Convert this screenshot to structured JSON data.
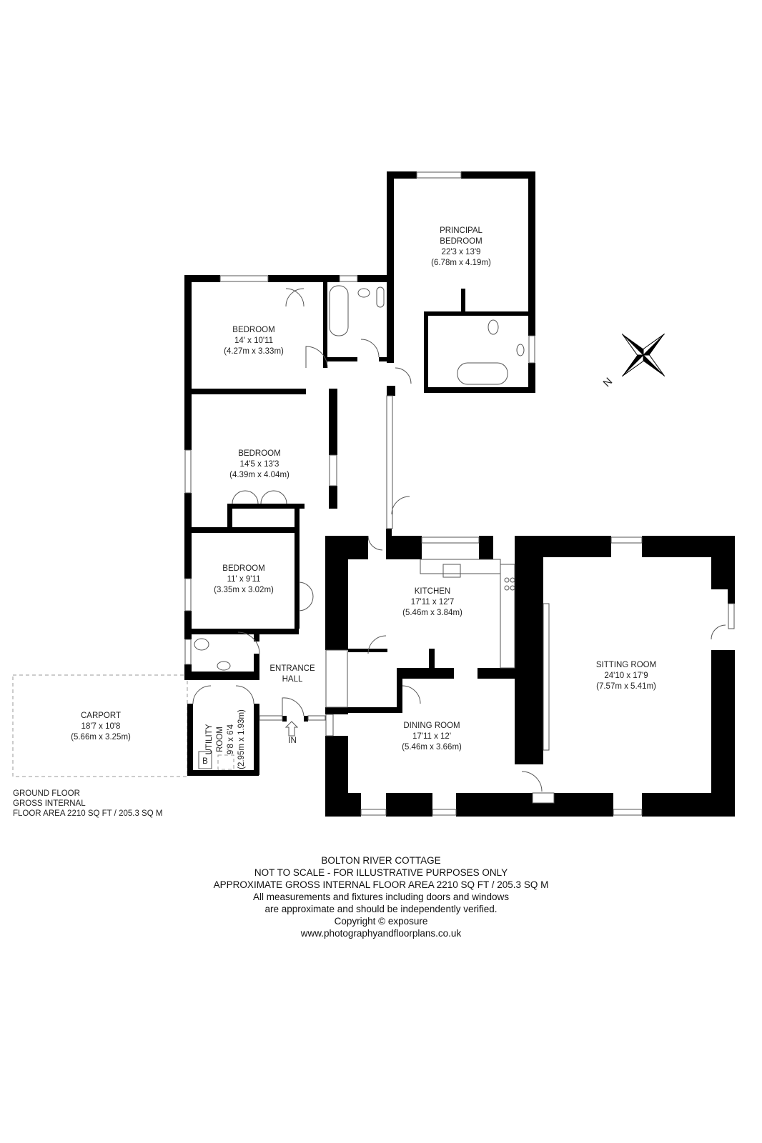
{
  "rooms": {
    "principal_bedroom": {
      "name1": "PRINCIPAL",
      "name2": "BEDROOM",
      "imperial": "22'3 x 13'9",
      "metric": "(6.78m x 4.19m)"
    },
    "bedroom_1": {
      "name": "BEDROOM",
      "imperial": "14' x 10'11",
      "metric": "(4.27m x 3.33m)"
    },
    "bedroom_2": {
      "name": "BEDROOM",
      "imperial": "14'5 x 13'3",
      "metric": "(4.39m x 4.04m)"
    },
    "bedroom_3": {
      "name": "BEDROOM",
      "imperial": "11' x 9'11",
      "metric": "(3.35m x 3.02m)"
    },
    "entrance_hall": {
      "name1": "ENTRANCE",
      "name2": "HALL"
    },
    "entrance_marker": "IN",
    "kitchen": {
      "name": "KITCHEN",
      "imperial": "17'11 x 12'7",
      "metric": "(5.46m x 3.84m)"
    },
    "dining_room": {
      "name": "DINING ROOM",
      "imperial": "17'11 x 12'",
      "metric": "(5.46m x 3.66m)"
    },
    "sitting_room": {
      "name": "SITTING ROOM",
      "imperial": "24'10 x 17'9",
      "metric": "(7.57m x 5.41m)"
    },
    "carport": {
      "name": "CARPORT",
      "imperial": "18'7 x 10'8",
      "metric": "(5.66m x 3.25m)"
    },
    "utility_room": {
      "name1": "UTILITY",
      "name2": "ROOM",
      "imperial": "9'8 x 6'4",
      "metric": "(2.95m x 1.93m)",
      "boiler": "B"
    }
  },
  "compass": {
    "north_label": "N",
    "icon": "compass-rose-icon"
  },
  "floor_summary": {
    "line1": "GROUND FLOOR",
    "line2": "GROSS INTERNAL",
    "line3": "FLOOR AREA 2210 SQ FT / 205.3 SQ M"
  },
  "footer": {
    "title": "BOLTON RIVER COTTAGE",
    "scale_note": "NOT TO SCALE - FOR ILLUSTRATIVE PURPOSES ONLY",
    "area": "APPROXIMATE GROSS INTERNAL FLOOR AREA 2210 SQ FT / 205.3 SQ M",
    "disclaimer1": "All measurements and fixtures including doors and windows",
    "disclaimer2": "are approximate and should be independently verified.",
    "copyright": "Copyright © exposure",
    "website": "www.photographyandfloorplans.co.uk"
  }
}
